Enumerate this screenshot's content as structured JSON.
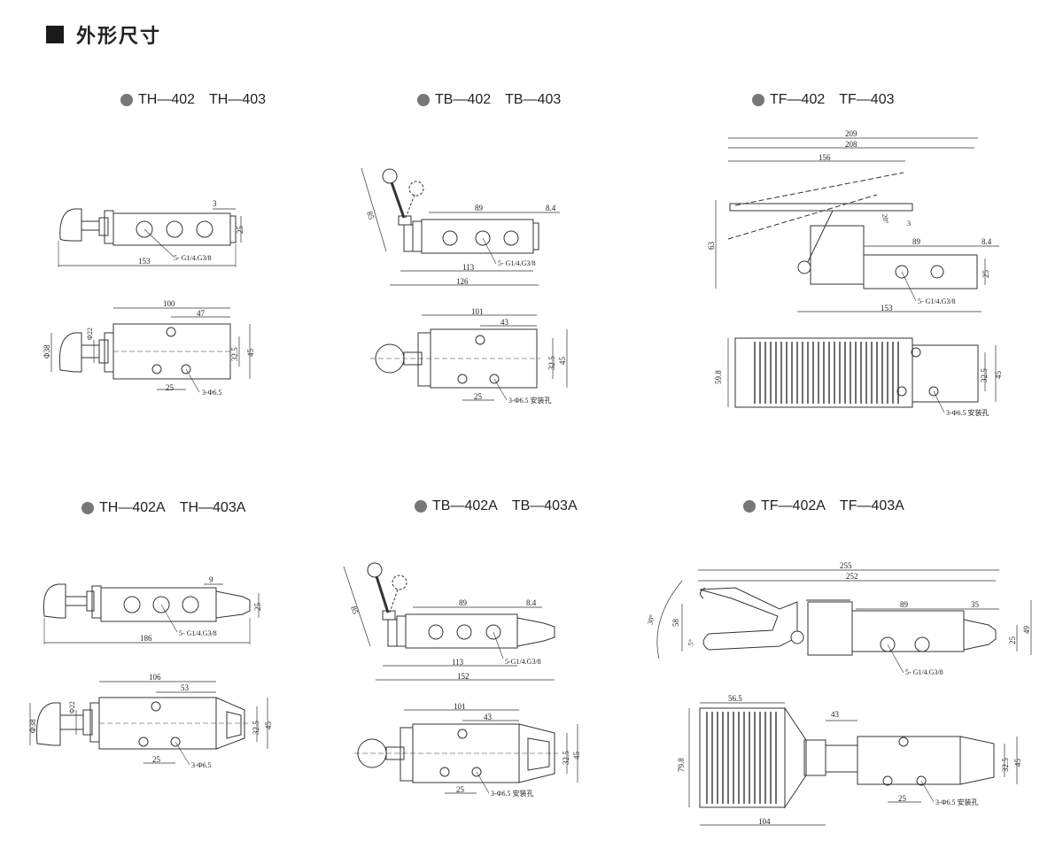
{
  "section": {
    "title": "外形尺寸"
  },
  "groups": [
    {
      "model_a": "TH—402",
      "model_b": "TH—403",
      "top_dims": [
        "3",
        "25",
        "153"
      ],
      "thread": "5- G1/4.G3/8",
      "bottom_dims": [
        "100",
        "47",
        "Φ22",
        "Φ38",
        "32.5",
        "45",
        "25"
      ],
      "holes": "3-Φ6.5"
    },
    {
      "model_a": "TB—402",
      "model_b": "TB—403",
      "top_dims": [
        "89",
        "8.4",
        "85",
        "113",
        "126"
      ],
      "thread": "5- G1/4.G3/8",
      "bottom_dims": [
        "101",
        "43",
        "32.5",
        "45",
        "25"
      ],
      "holes": "3-Φ6.5 安装孔"
    },
    {
      "model_a": "TF—402",
      "model_b": "TF—403",
      "top_dims": [
        "209",
        "208",
        "156",
        "20°",
        "3",
        "89",
        "8.4",
        "63",
        "25",
        "153"
      ],
      "thread": "5- G1/4.G3/8",
      "bottom_dims": [
        "59.8",
        "32.5",
        "45"
      ],
      "holes": "3-Φ6.5 安装孔"
    },
    {
      "model_a": "TH—402A",
      "model_b": "TH—403A",
      "top_dims": [
        "9",
        "25",
        "186"
      ],
      "thread": "5- G1/4.G3/8",
      "bottom_dims": [
        "106",
        "53",
        "Φ22",
        "Φ38",
        "32.5",
        "45",
        "25"
      ],
      "holes": "3-Φ6.5"
    },
    {
      "model_a": "TB—402A",
      "model_b": "TB—403A",
      "top_dims": [
        "89",
        "8.4",
        "85",
        "113",
        "152"
      ],
      "thread": "5-G1/4.G3/8",
      "bottom_dims": [
        "101",
        "43",
        "32.5",
        "45",
        "25"
      ],
      "holes": "3-Φ6.5 安装孔"
    },
    {
      "model_a": "TF—402A",
      "model_b": "TF—403A",
      "top_dims": [
        "255",
        "252",
        "30°",
        "58",
        "5°",
        "89",
        "35",
        "25",
        "49"
      ],
      "thread": "5- G1/4.G3/8",
      "bottom_dims": [
        "56.5",
        "43",
        "79.8",
        "32.5",
        "45",
        "104",
        "25"
      ],
      "holes": "3-Φ6.5 安装孔"
    }
  ]
}
